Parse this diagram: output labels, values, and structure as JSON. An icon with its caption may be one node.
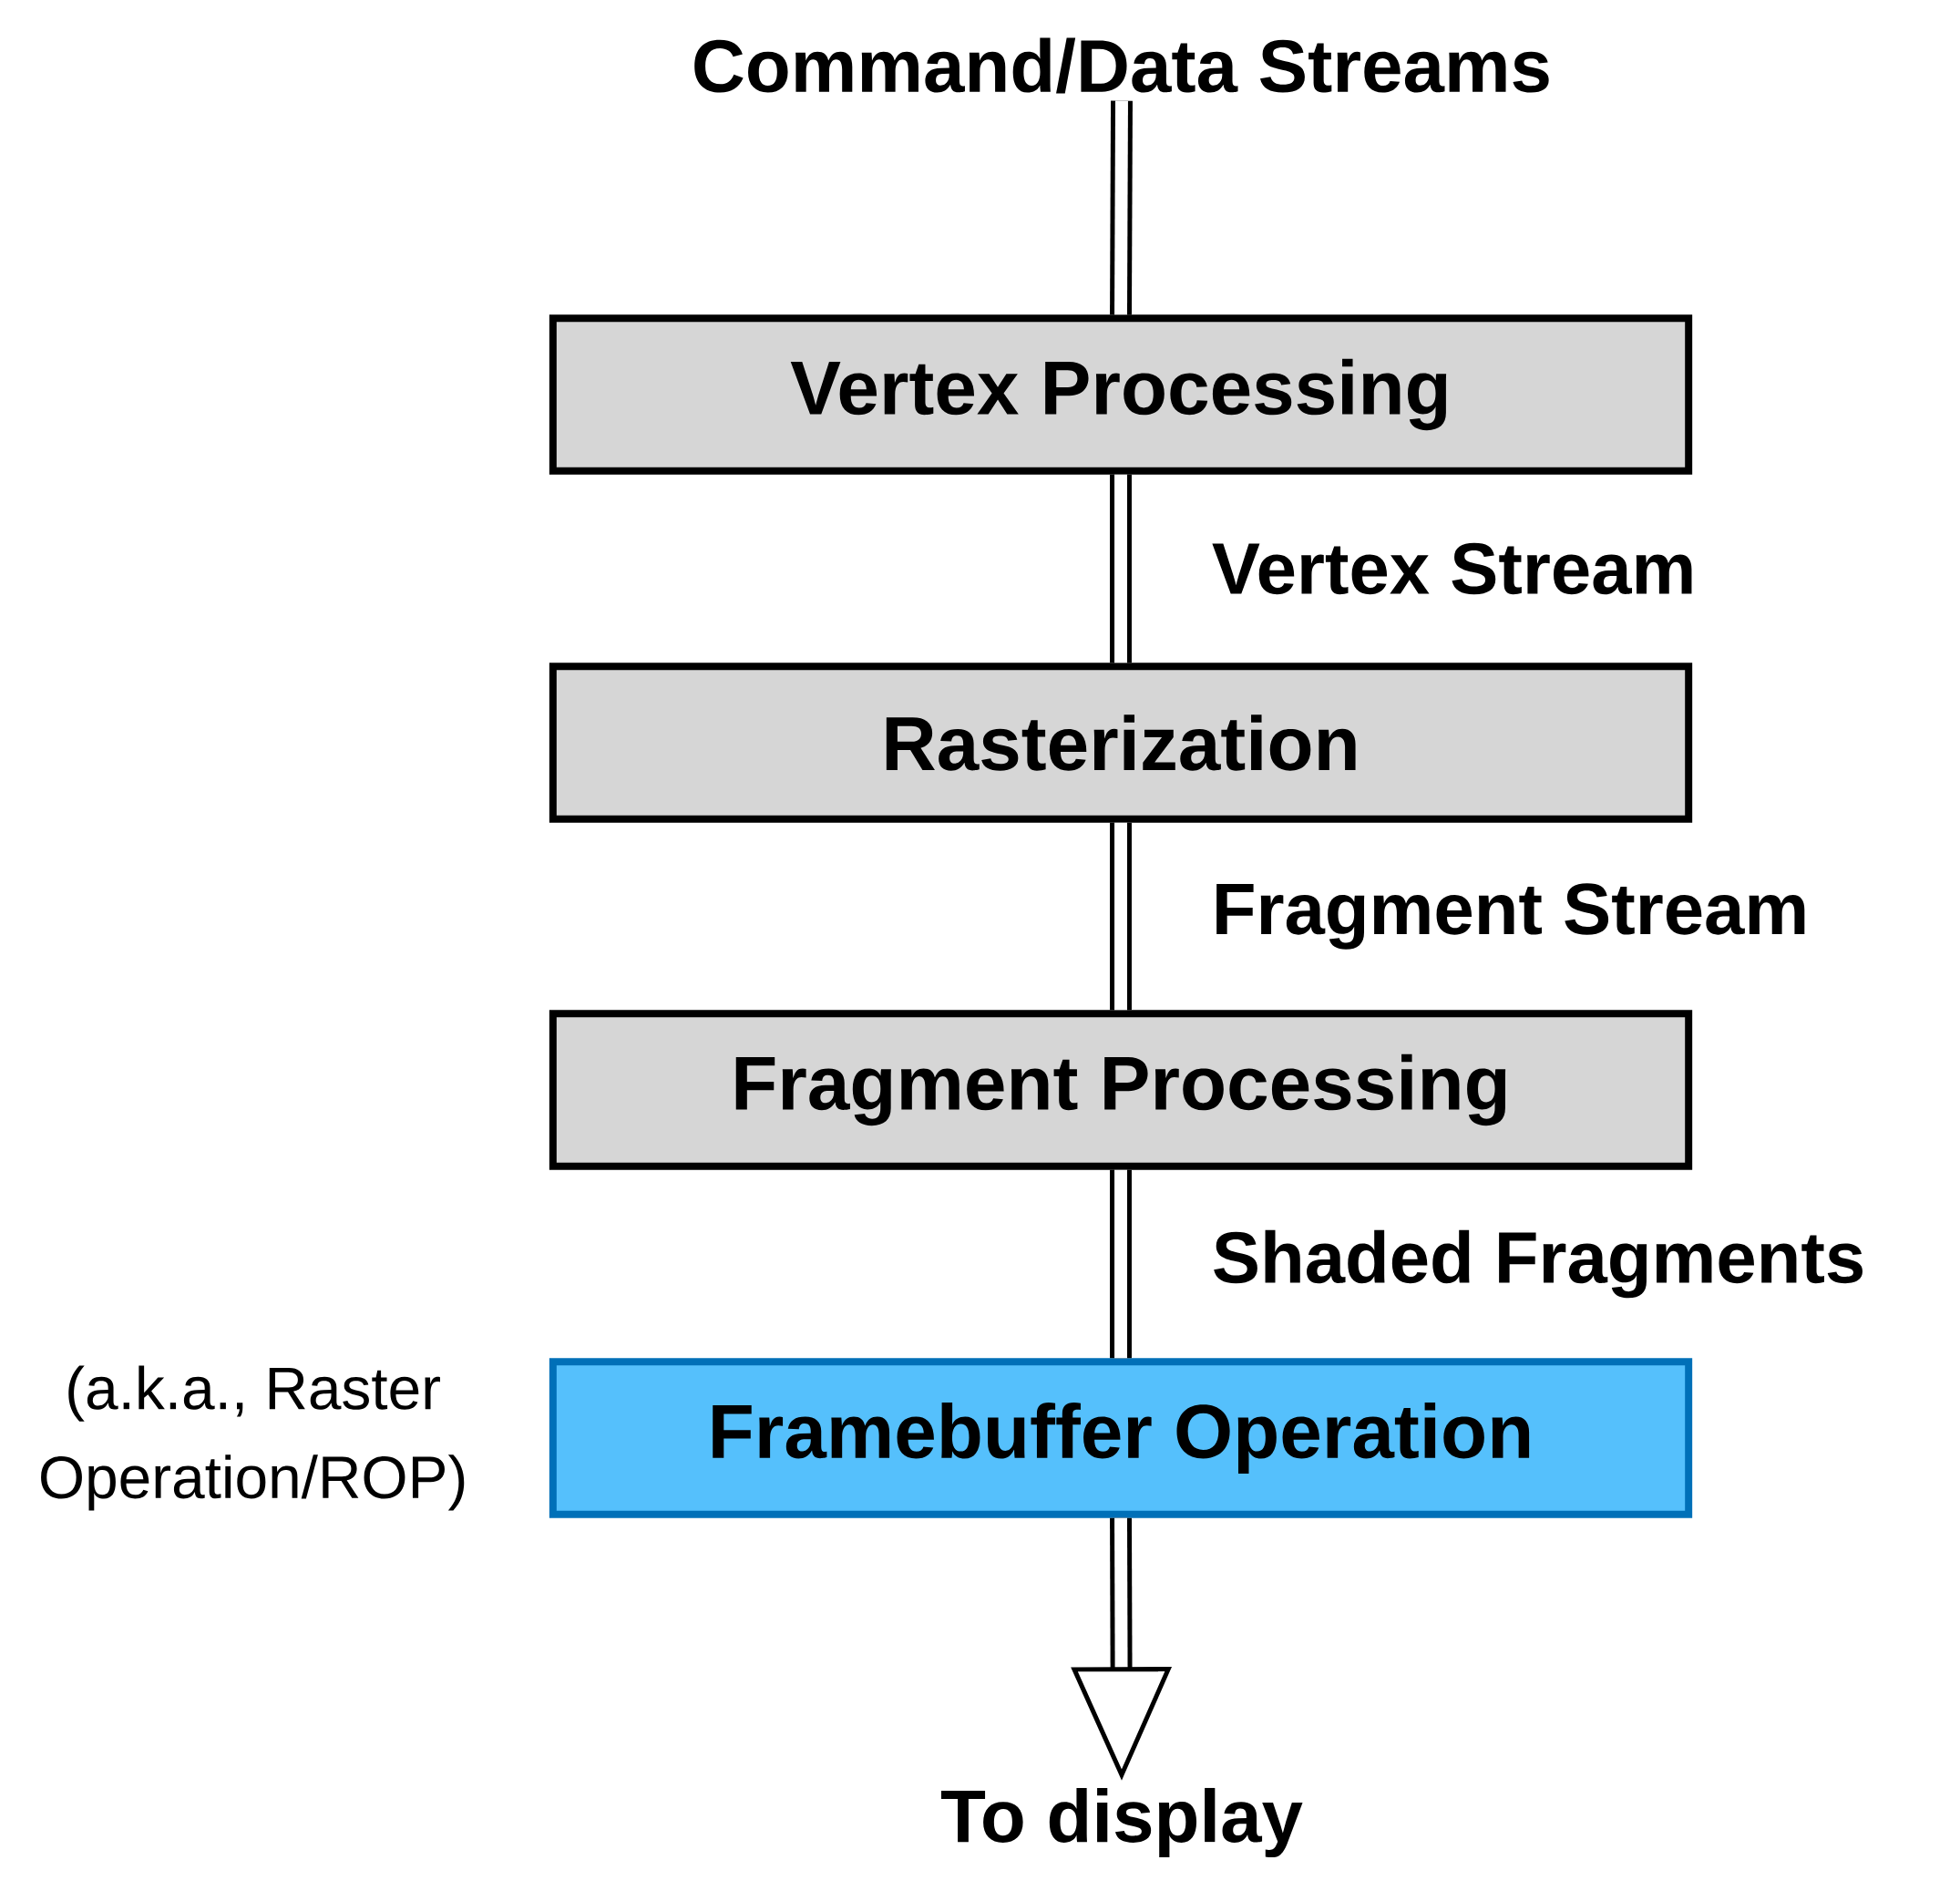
{
  "diagram": {
    "nodes": [
      {
        "text": [
          "Command/Data Streams"
        ]
      },
      {
        "text": [
          "Vertex Processing"
        ]
      },
      {
        "text": [
          "Rasterization"
        ]
      },
      {
        "text": [
          "Fragment Processing"
        ]
      },
      {
        "text": [
          "Framebuffer Operation"
        ],
        "beside": [
          "(a.k.a., Raster Operation/ROP)"
        ]
      },
      {
        "text": [
          "To display"
        ]
      }
    ],
    "edges": [
      {
        "from": 0,
        "to": 1,
        "arrow": "none"
      },
      {
        "from": 1,
        "to": 2,
        "arrow": "none",
        "label": "Vertex Stream"
      },
      {
        "from": 2,
        "to": 3,
        "arrow": "none",
        "label": "Fragment Stream"
      },
      {
        "from": 3,
        "to": 4,
        "arrow": "none",
        "label": "Shaded Fragments"
      },
      {
        "from": 4,
        "to": 5,
        "arrow": "to"
      }
    ]
  }
}
